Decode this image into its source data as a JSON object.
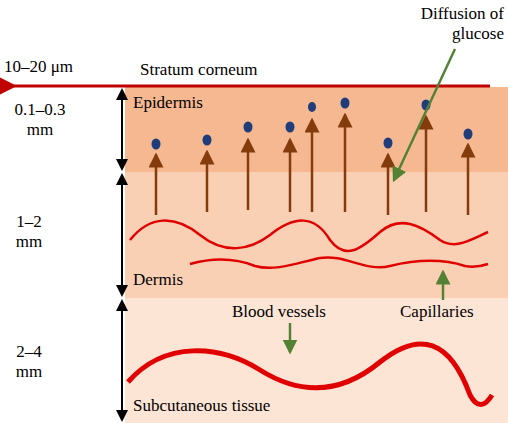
{
  "diagram": {
    "nodes": [
      {
        "text": [
          "Epidermis"
        ]
      },
      {
        "text": [
          "Dermis"
        ]
      },
      {
        "text": [
          "Subcutaneous tissue"
        ]
      }
    ],
    "labels": [
      "10–20 μm",
      "Stratum corneum",
      "Diffusion of glucose",
      "0.1–0.3 mm",
      "1–2 mm",
      "2–4 mm",
      "Blood vessels",
      "Capillaries"
    ]
  }
}
